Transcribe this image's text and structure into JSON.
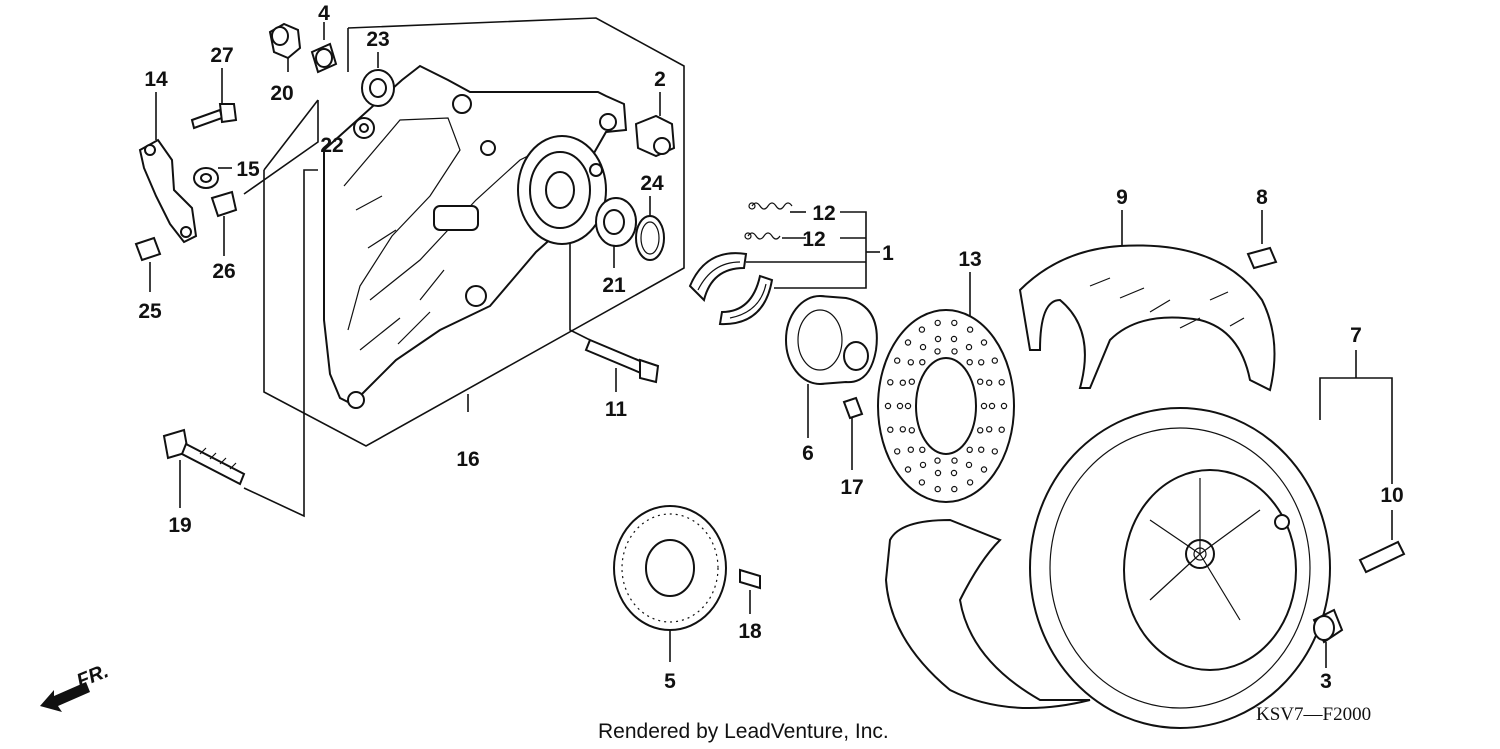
{
  "callouts": {
    "c1": "1",
    "c2": "2",
    "c3": "3",
    "c4": "4",
    "c5": "5",
    "c6": "6",
    "c7": "7",
    "c8": "8",
    "c9": "9",
    "c10": "10",
    "c11": "11",
    "c12a": "12",
    "c12b": "12",
    "c13": "13",
    "c14": "14",
    "c15": "15",
    "c16": "16",
    "c17": "17",
    "c18": "18",
    "c19": "19",
    "c20": "20",
    "c21": "21",
    "c22": "22",
    "c23": "23",
    "c24": "24",
    "c25": "25",
    "c26": "26",
    "c27": "27"
  },
  "direction_label": "FR.",
  "credit": "Rendered by LeadVenture, Inc.",
  "diagram_code": "KSV7—F2000"
}
